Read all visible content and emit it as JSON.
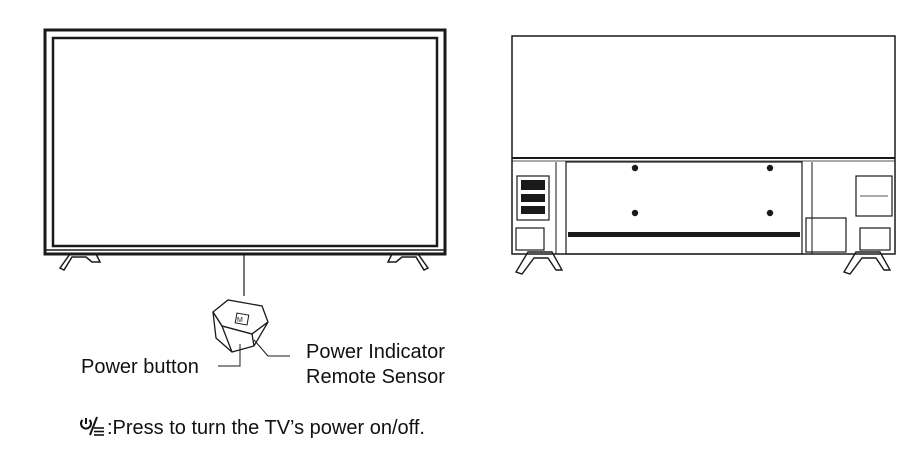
{
  "labels": {
    "power_button": "Power button",
    "power_indicator": "Power Indicator",
    "remote_sensor": "Remote Sensor"
  },
  "note": {
    "symbol_icon": "power-standby-icon",
    "text": ":Press to turn the TV’s power on/off."
  },
  "colors": {
    "line": "#1a1a1a",
    "background": "#ffffff"
  }
}
